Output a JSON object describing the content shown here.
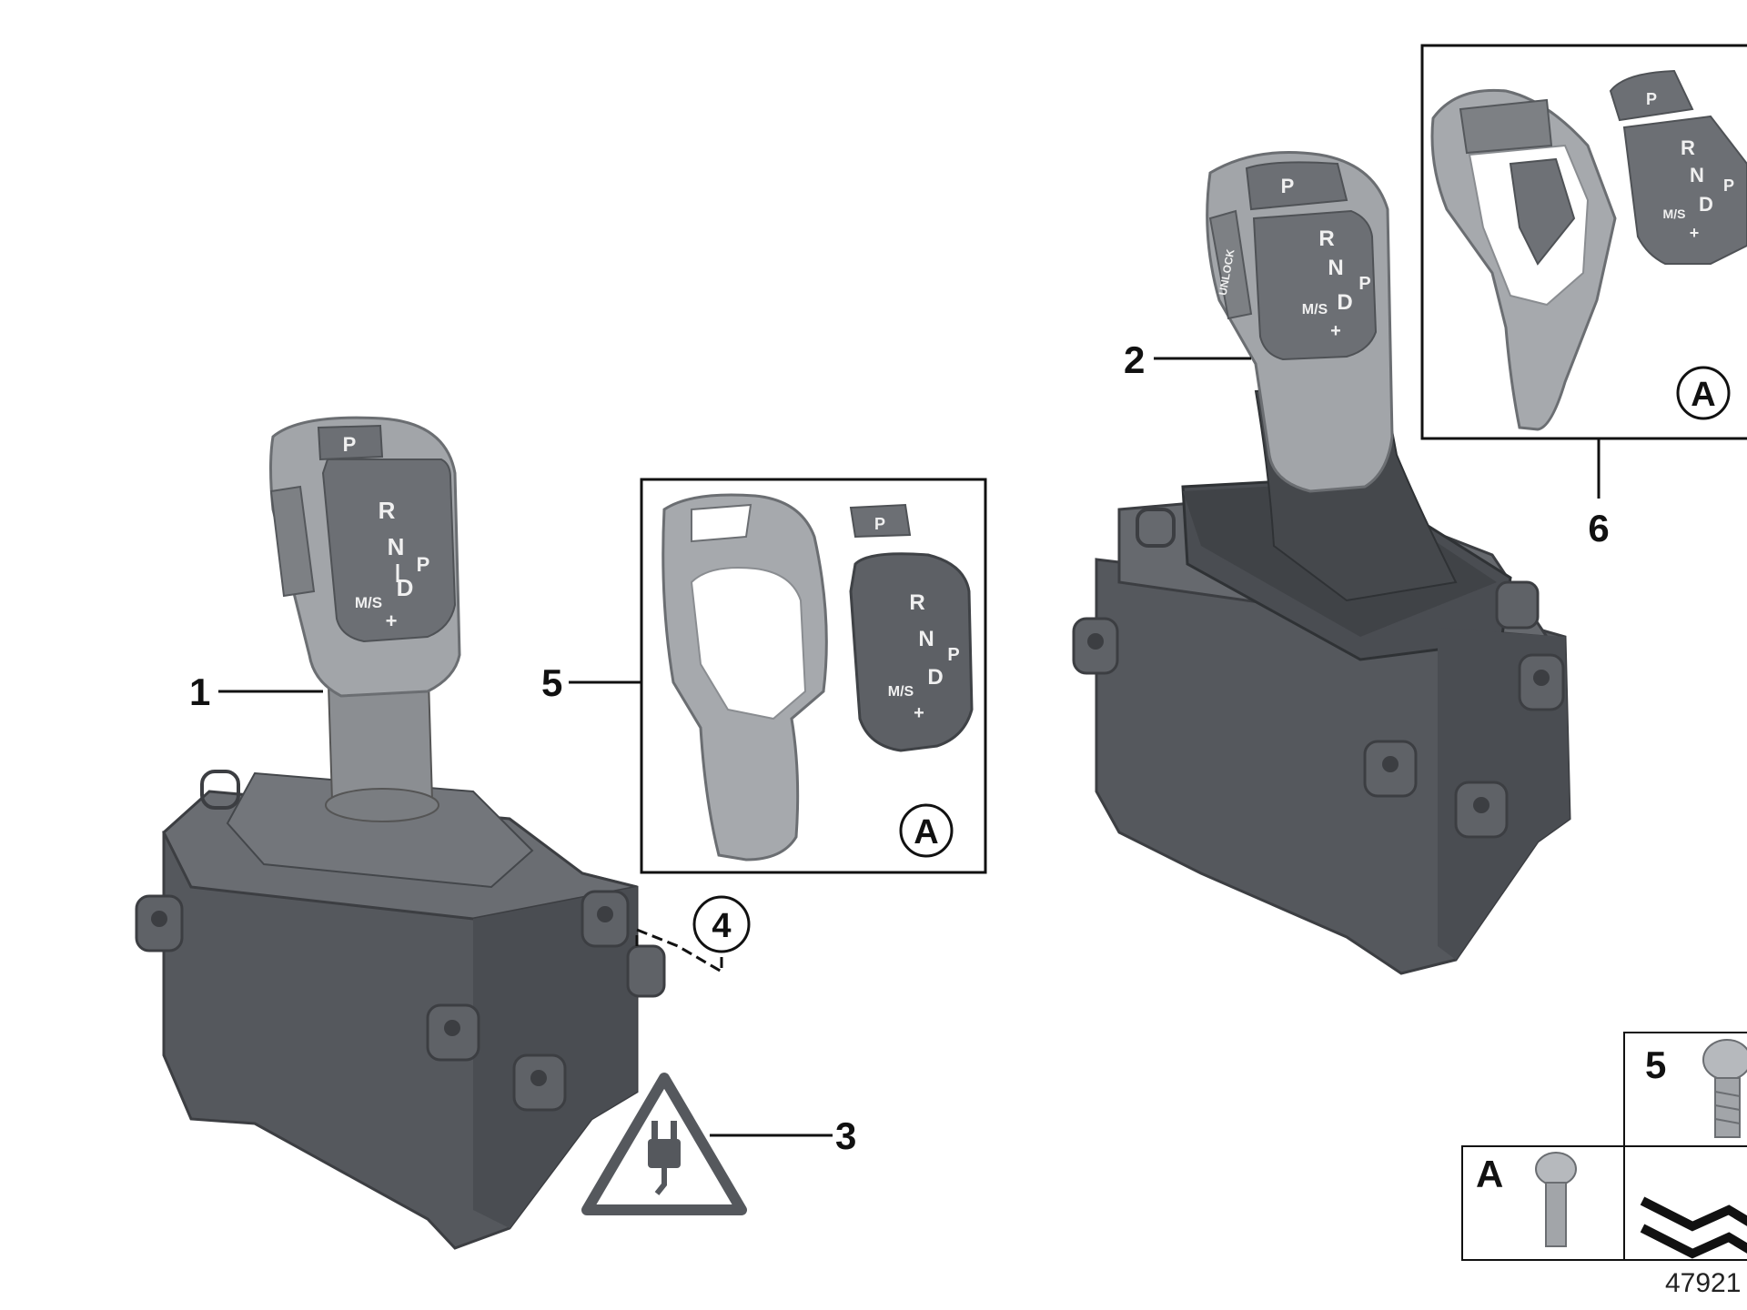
{
  "callouts": {
    "c1": "1",
    "c2": "2",
    "c3": "3",
    "c4": "4",
    "c5": "5",
    "c6": "6"
  },
  "detail_marker": "A",
  "gear_labels": {
    "park": "P",
    "reverse": "R",
    "neutral": "N",
    "drive": "D",
    "manual": "M/S",
    "plus": "+",
    "minus": "–"
  },
  "unlock_label": "UNLOCK",
  "fastener_table": {
    "row1_label": "5",
    "row2_label": "A"
  },
  "diagram_id": "47921",
  "icons": [
    "warning-triangle-plug-icon",
    "screw-icon",
    "circle-callout-icon"
  ],
  "colors": {
    "housing": "#5b5e63",
    "knob": "#9c9fa3",
    "knob_panel": "#6e7176",
    "line": "#111111"
  }
}
